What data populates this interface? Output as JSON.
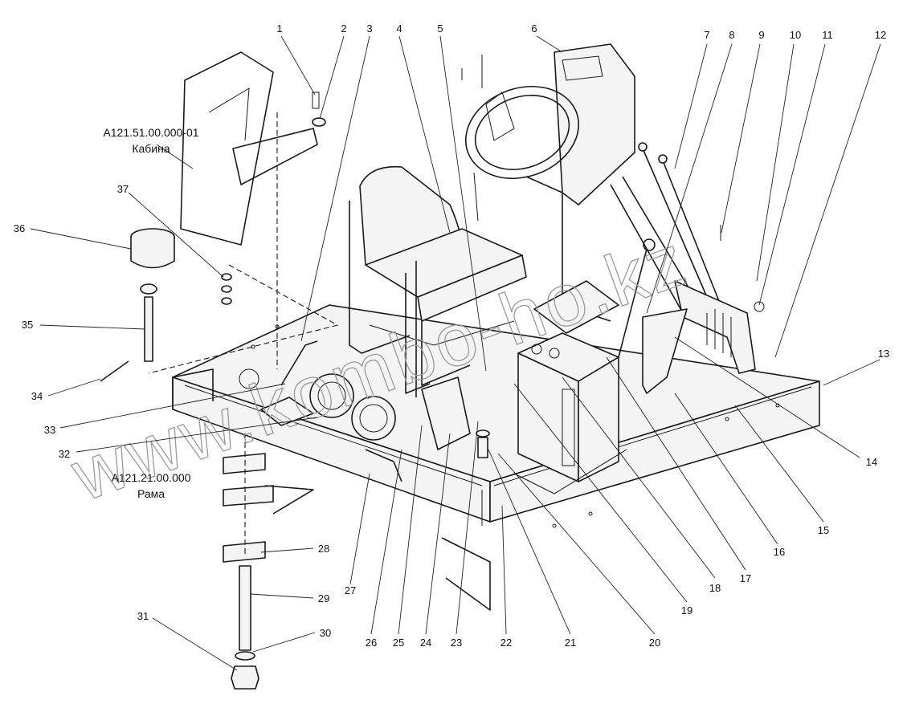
{
  "labels": {
    "cabin_code": "А121.51.00.000-01",
    "cabin_name": "Кабина",
    "frame_code": "А121.21.00.000",
    "frame_name": "Рама"
  },
  "watermark": "www.kombo-ho.kz",
  "callouts": [
    "1",
    "2",
    "3",
    "4",
    "5",
    "6",
    "7",
    "8",
    "9",
    "10",
    "11",
    "12",
    "13",
    "14",
    "15",
    "16",
    "17",
    "18",
    "19",
    "20",
    "21",
    "22",
    "23",
    "24",
    "25",
    "26",
    "27",
    "28",
    "29",
    "30",
    "31",
    "32",
    "33",
    "34",
    "35",
    "36",
    "37"
  ]
}
